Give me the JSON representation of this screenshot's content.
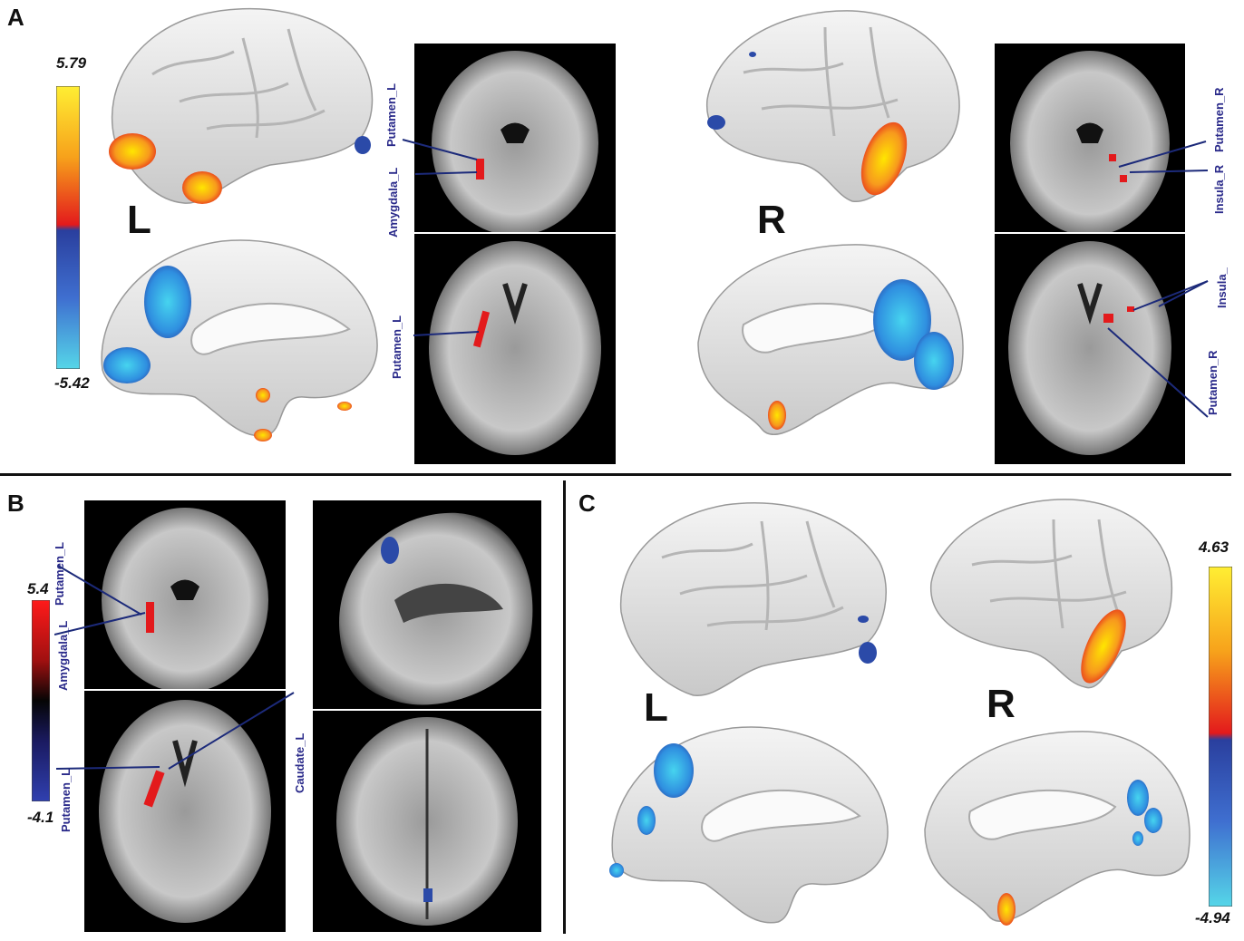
{
  "panels": {
    "A": {
      "letter": "A",
      "colorbar": {
        "max": "5.79",
        "min": "-5.42"
      },
      "hemisphere_left": "L",
      "hemisphere_right": "R",
      "labels": {
        "coronal_left": [
          "Putamen_L",
          "Amygdala_L"
        ],
        "axial_left": [
          "Putamen_L"
        ],
        "coronal_right": [
          "Putamen_R",
          "Insula_R"
        ],
        "axial_right": [
          "Insula_",
          "Putamen_R"
        ]
      }
    },
    "B": {
      "letter": "B",
      "colorbar": {
        "max": "5.4",
        "min": "-4.1"
      },
      "labels": {
        "coronal": [
          "Putamen_L",
          "Amygdala_L"
        ],
        "axial": [
          "Putamen_L",
          "Caudate_L"
        ]
      }
    },
    "C": {
      "letter": "C",
      "colorbar": {
        "max": "4.63",
        "min": "-4.94"
      },
      "hemisphere_left": "L",
      "hemisphere_right": "R"
    }
  },
  "colors": {
    "positive": "#e31a1c",
    "positive_peak": "#ffe600",
    "negative": "#2b4aa8",
    "negative_peak": "#3fd0ee",
    "line": "#1c2a7a"
  }
}
